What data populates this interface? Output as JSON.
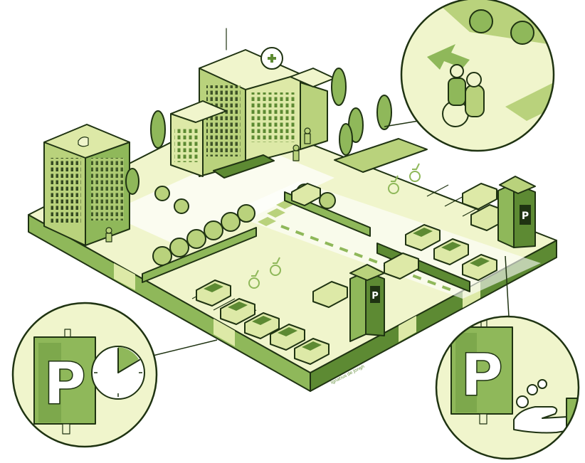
{
  "illustration": {
    "parking_sign_letter": "P",
    "artist_signature": "Ignatius de Jongh",
    "colors": {
      "outline": "#1f3312",
      "pale": "#f0f5cc",
      "light": "#dde9a7",
      "mid": "#b9d27c",
      "green": "#8fb85a",
      "dark": "#5d8a33",
      "white": "#ffffff"
    },
    "callouts": [
      {
        "name": "disabled-drop-off-callout",
        "icon": "wheelchair-user-icon"
      },
      {
        "name": "time-limited-parking-callout",
        "icon": "parking-sign-with-clock-icon"
      },
      {
        "name": "paid-parking-callout",
        "icon": "parking-sign-with-payment-icon"
      }
    ]
  }
}
